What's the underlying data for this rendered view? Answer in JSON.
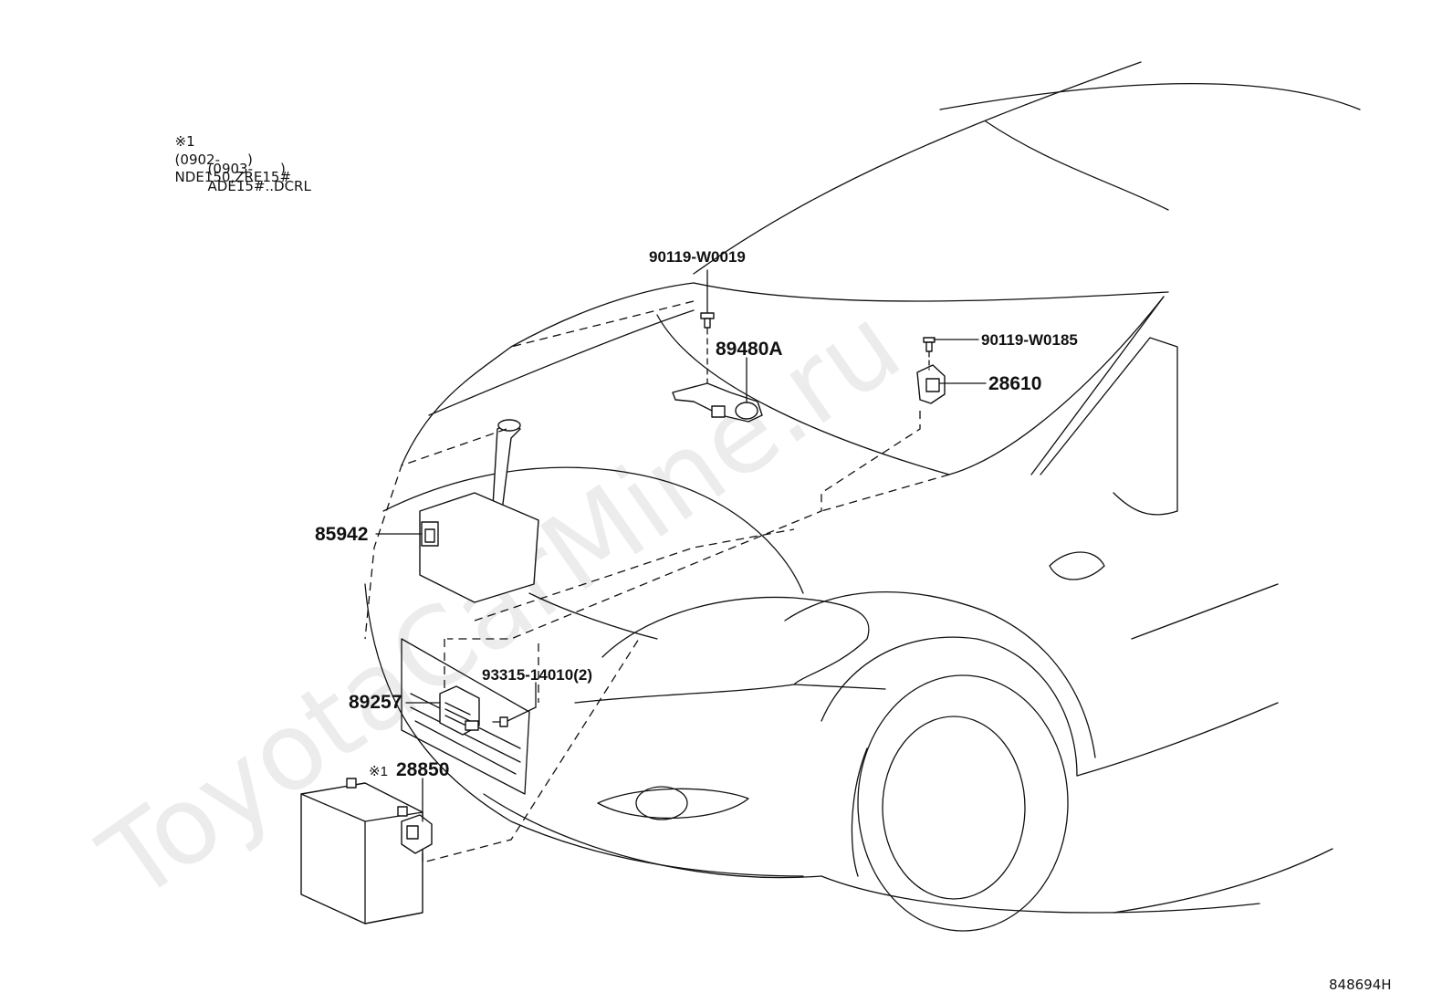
{
  "notes": {
    "line1_mark": "※1",
    "line1_range": "(0902-　　)",
    "line1_models": "NDE150,ZRE15#",
    "line2_range": "(0903-　　)",
    "line2_models": "ADE15#..DCRL"
  },
  "labels": {
    "bolt_90119_w0019": "90119-W0019",
    "bolt_90119_w0185": "90119-W0185",
    "part_89480a": "89480A",
    "part_28610": "28610",
    "part_85942": "85942",
    "screw_93315": "93315-14010(2)",
    "part_89257": "89257",
    "part_28850_mark": "※1",
    "part_28850": "28850"
  },
  "watermark": "ToyotaCarMine.ru",
  "diagram_code": "848694H"
}
